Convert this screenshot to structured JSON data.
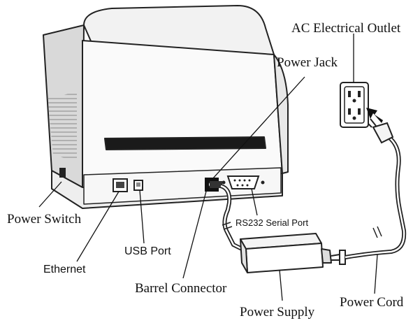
{
  "labels": {
    "ac_outlet": "AC Electrical Outlet",
    "power_jack": "Power Jack",
    "power_switch": "Power Switch",
    "rs232": "RS232 Serial Port",
    "usb_port": "USB Port",
    "ethernet": "Ethernet",
    "barrel_connector": "Barrel Connector",
    "power_cord": "Power Cord",
    "power_supply": "Power Supply"
  }
}
